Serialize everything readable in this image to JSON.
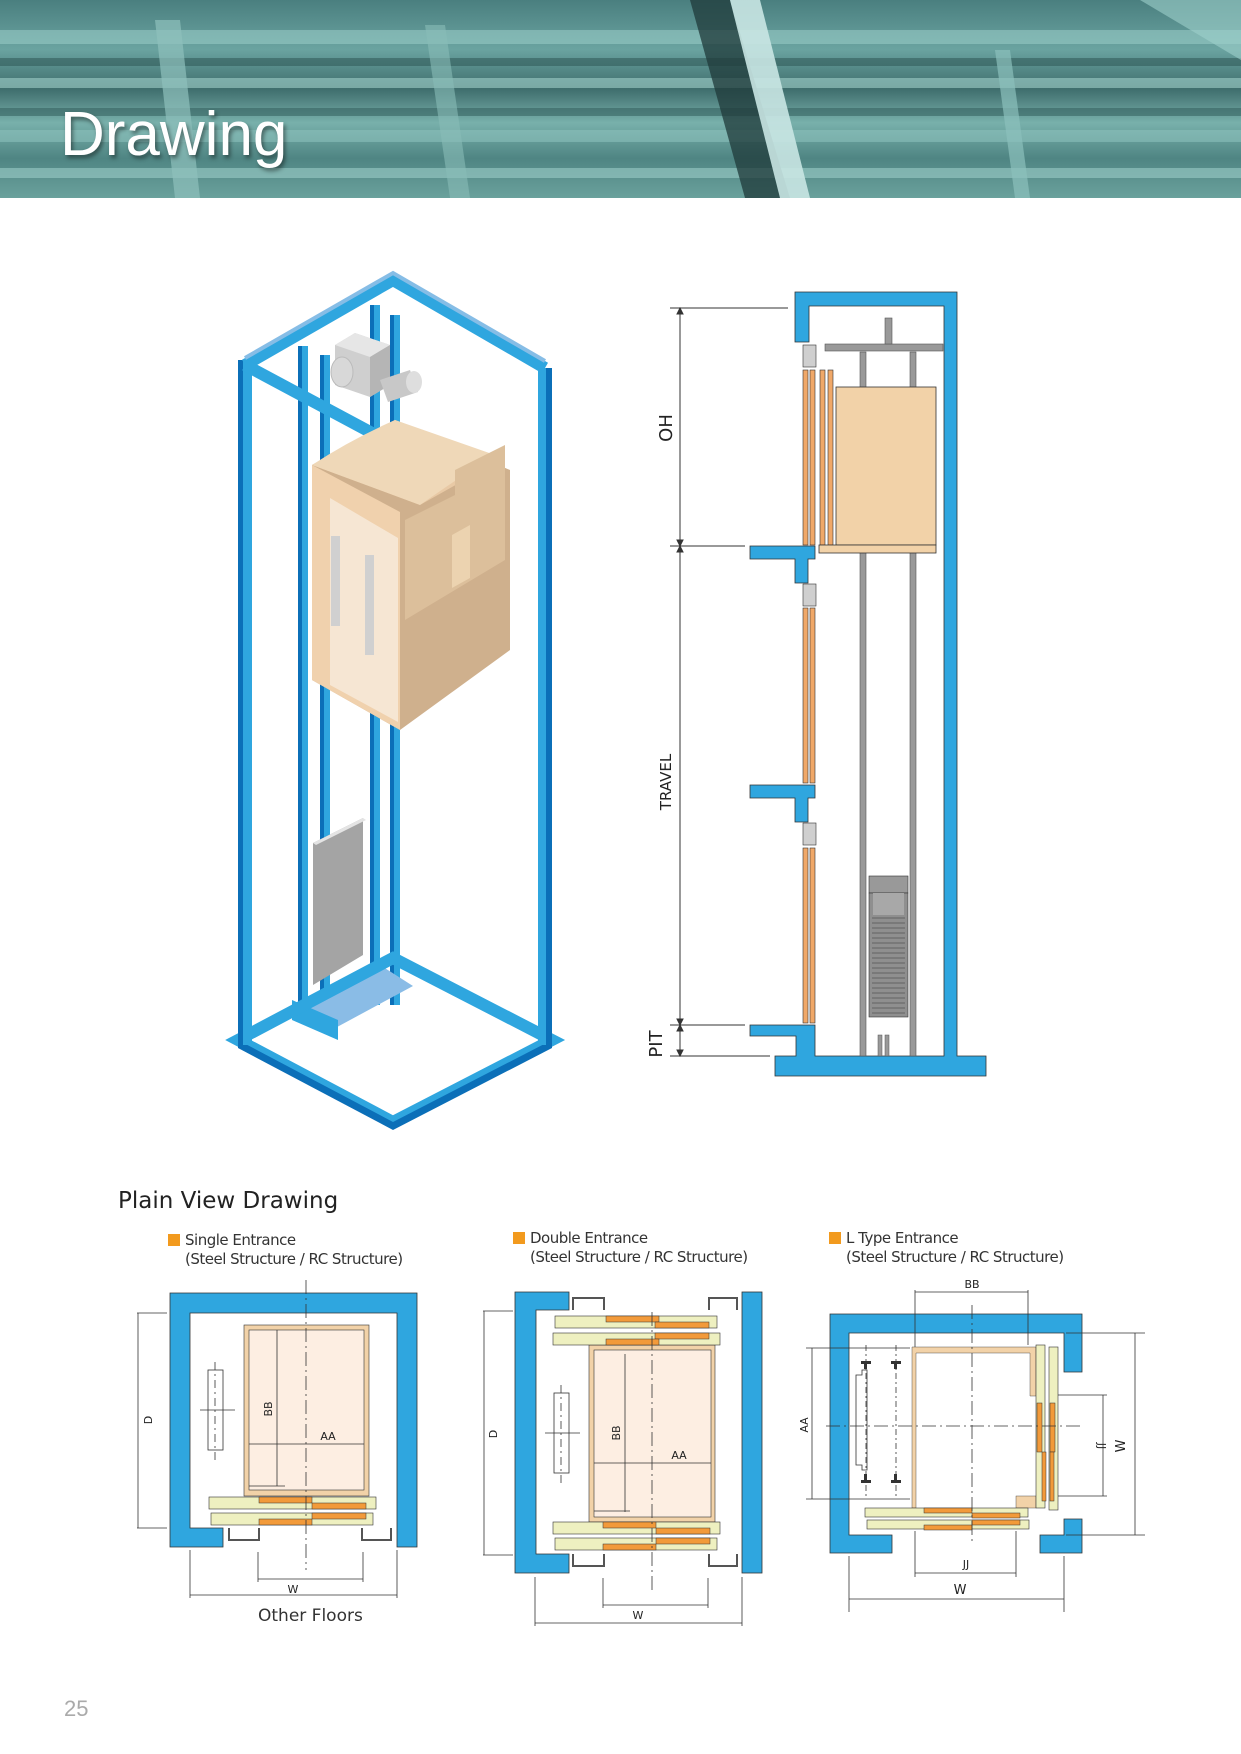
{
  "header": {
    "title": "Drawing"
  },
  "section_view": {
    "labels": {
      "overhead": "OH",
      "travel": "TRAVEL",
      "pit": "PIT"
    }
  },
  "plan_view": {
    "heading": "Plain View Drawing",
    "legend_color": "#f29a1e",
    "wall_color": "#2fa6df",
    "diagrams": [
      {
        "title": "Single Entrance",
        "subtitle": "(Steel Structure / RC Structure)",
        "labels": {
          "depth": "D",
          "car_depth": "BB",
          "car_width": "AA",
          "width": "W"
        },
        "caption": "Other Floors"
      },
      {
        "title": "Double Entrance",
        "subtitle": "(Steel Structure / RC Structure)",
        "labels": {
          "depth": "D",
          "car_depth": "BB",
          "car_width": "AA",
          "width": "W"
        }
      },
      {
        "title": "L Type Entrance",
        "subtitle": "(Steel Structure / RC Structure)",
        "labels": {
          "car_depth": "BB",
          "car_width": "AA",
          "door_front": "JJ",
          "door_side": "JJ",
          "width_side": "W",
          "width_bottom": "W"
        }
      }
    ]
  },
  "footer": {
    "page_number": "25"
  }
}
